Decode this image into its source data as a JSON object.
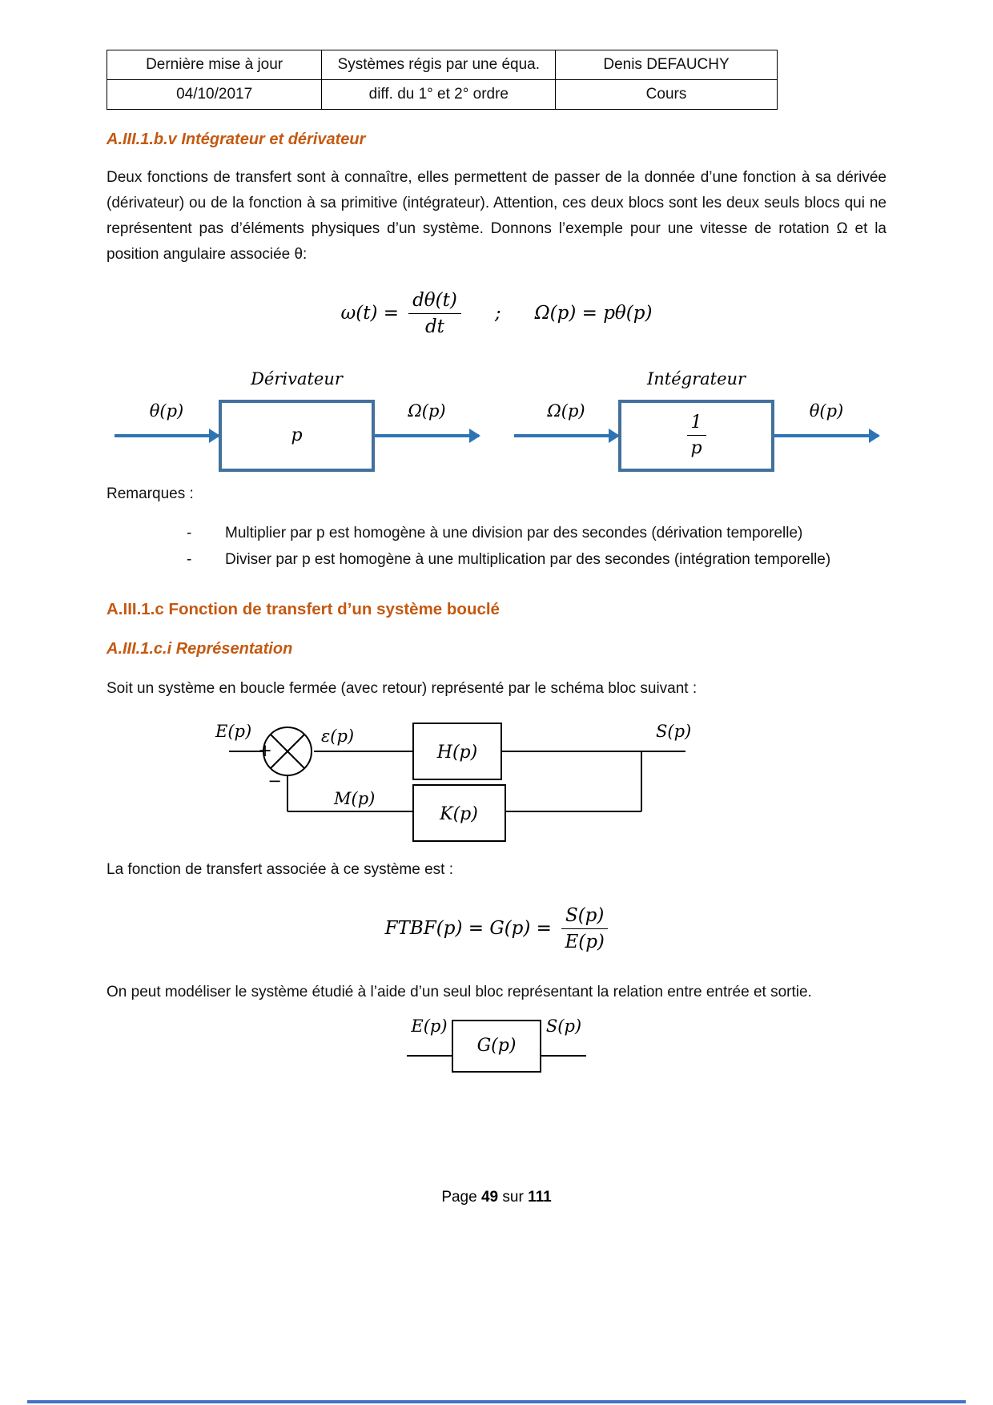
{
  "header": {
    "rows": [
      [
        "Dernière mise à jour",
        "Systèmes régis par une équa.",
        "Denis DEFAUCHY"
      ],
      [
        "04/10/2017",
        "diff. du 1° et 2° ordre",
        "Cours"
      ]
    ]
  },
  "sections": {
    "h1": "A.III.1.b.v Intégrateur et dérivateur",
    "p1": "Deux fonctions de transfert sont à connaître, elles permettent de passer de la donnée d’une fonction à sa dérivée (dérivateur) ou de la fonction à sa primitive (intégrateur). Attention, ces deux blocs sont les deux seuls blocs qui ne représentent pas d’éléments physiques d’un système. Donnons l’exemple pour une vitesse de rotation Ω et la position angulaire associée θ:",
    "remarks_title": "Remarques :",
    "h2": "A.III.1.c Fonction de transfert d’un système bouclé",
    "h3": "A.III.1.c.i Représentation",
    "p2": "Soit un système en boucle fermée (avec retour) représenté par le schéma bloc suivant :",
    "p3": "La fonction de transfert associée à ce système est :",
    "p4": "On peut modéliser le système étudié à l’aide d’un seul bloc représentant la relation entre entrée et sortie."
  },
  "eq1": {
    "lhs": "ω(t) =",
    "num": "dθ(t)",
    "den": "dt",
    "sep": ";",
    "rhs": "Ω(p) = pθ(p)"
  },
  "diagram1": {
    "title_left": "Dérivateur",
    "in_left": "θ(p)",
    "box_left": "p",
    "out_left": "Ω(p)",
    "title_right": "Intégrateur",
    "in_right": "Ω(p)",
    "box_right_num": "1",
    "box_right_den": "p",
    "out_right": "θ(p)"
  },
  "remarks": {
    "dash": "-",
    "items": [
      "Multiplier par p est homogène à une division par des secondes (dérivation temporelle)",
      "Diviser par p est homogène à une multiplication par des secondes (intégration temporelle)"
    ]
  },
  "diagram2": {
    "input": "E(p)",
    "plus": "+",
    "minus": "−",
    "error": "ε(p)",
    "forward_block": "H(p)",
    "output": "S(p)",
    "feedback_label": "M(p)",
    "feedback_block": "K(p)"
  },
  "eq2": {
    "lhs": "FTBF(p) = G(p) =",
    "num": "S(p)",
    "den": "E(p)"
  },
  "diagram3": {
    "input": "E(p)",
    "block": "G(p)",
    "output": "S(p)"
  },
  "footer": {
    "page_word": "Page ",
    "page": "49",
    "sep": " sur ",
    "total": "111"
  }
}
